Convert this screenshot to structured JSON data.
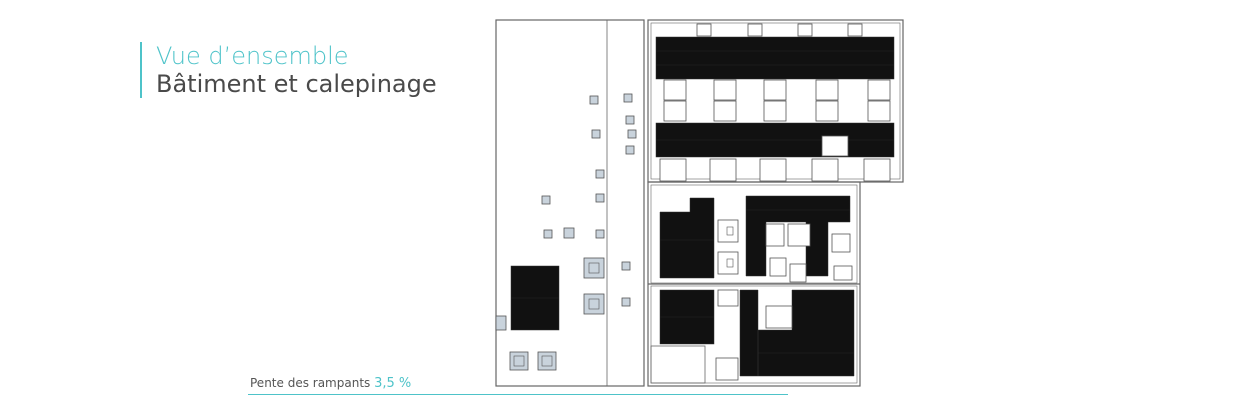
{
  "header": {
    "title": "Vue d’ensemble",
    "subtitle": "Bâtiment et calepinage"
  },
  "footer": {
    "label": "Pente des rampants",
    "value": "3,5 %"
  },
  "colors": {
    "accent": "#4ec3c9",
    "panel": "#111111",
    "outline": "#555555",
    "equipment_fill": "#c9d3dc"
  }
}
